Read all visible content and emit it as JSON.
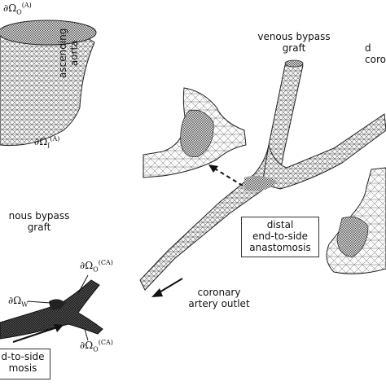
{
  "labels": {
    "aorta_outlet": "∂Ω",
    "aorta_outlet_sub": "O",
    "aorta_outlet_sup": "(A)",
    "aorta_inlet": "∂Ω",
    "aorta_inlet_sub": "I",
    "aorta_inlet_sup": "(A)",
    "ascending_aorta_line1": "ascending",
    "ascending_aorta_line2": "aorta",
    "venous_bypass_top_line1": "venous bypass",
    "venous_bypass_top_line2": "graft",
    "coronary_partial_line1": "d",
    "coronary_partial_line2": "coron",
    "venous_bypass_left_line1": "nous bypass",
    "venous_bypass_left_line2": "graft",
    "distal_box_line1": "distal",
    "distal_box_line2": "end-to-side",
    "distal_box_line3": "anastomosis",
    "coronary_outlet_line1": "coronary",
    "coronary_outlet_line2": "artery outlet",
    "ca_outlet_top": "∂Ω",
    "ca_outlet_top_sub": "O",
    "ca_outlet_top_sup": "(CA)",
    "wall": "∂Ω",
    "wall_sub": "W",
    "ca_outlet_bottom": "∂Ω",
    "ca_outlet_bottom_sub": "O",
    "ca_outlet_bottom_sup": "(CA)",
    "bottom_box_line1": "d-to-side",
    "bottom_box_line2": "mosis"
  }
}
